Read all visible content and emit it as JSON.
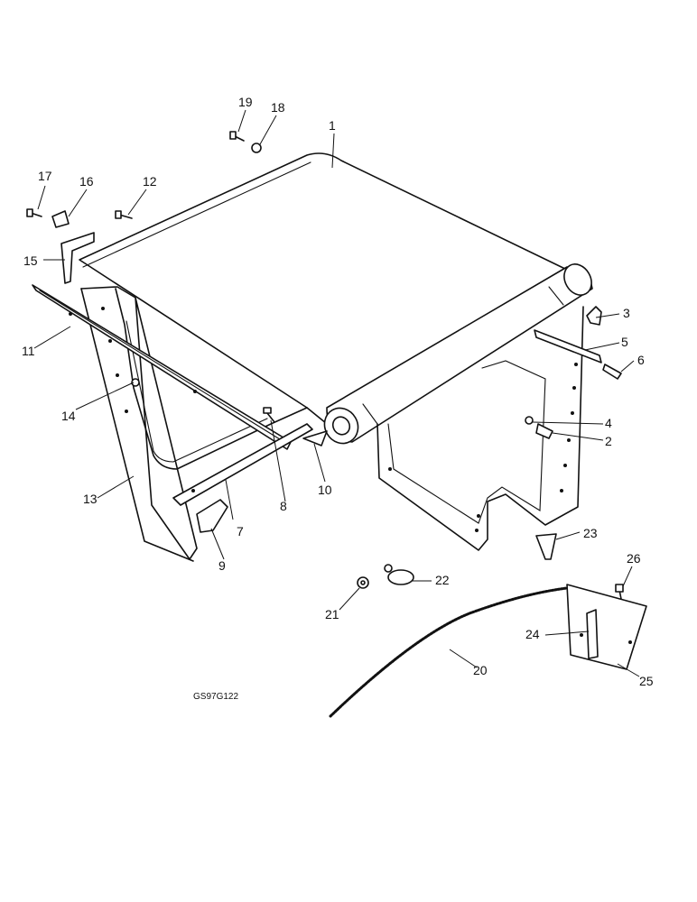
{
  "figure": {
    "id_label": "GS97G122",
    "callouts": [
      "1",
      "2",
      "3",
      "4",
      "5",
      "6",
      "7",
      "8",
      "9",
      "10",
      "11",
      "12",
      "13",
      "14",
      "15",
      "16",
      "17",
      "18",
      "19",
      "20",
      "21",
      "22",
      "23",
      "24",
      "25",
      "26"
    ]
  }
}
